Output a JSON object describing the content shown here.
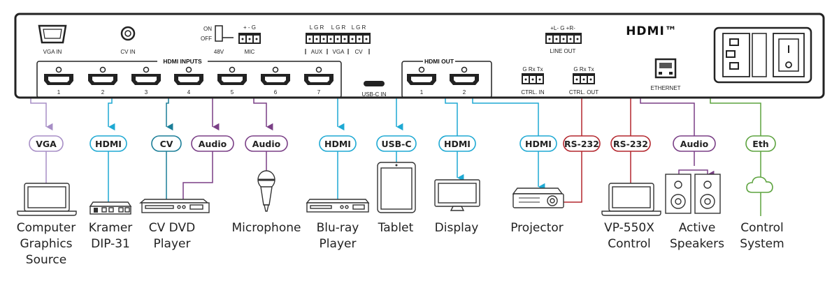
{
  "colors": {
    "hdmi": "#1ea9d3",
    "cv": "#1b7e98",
    "audio": "#7a3f86",
    "vga": "#a78ec6",
    "rs232": "#b3262d",
    "eth": "#5da33f",
    "panel": "#222222"
  },
  "panel": {
    "vga_in": "VGA IN",
    "cv_in": "CV IN",
    "hdmi_inputs": "HDMI INPUTS",
    "input_numbers": [
      "1",
      "2",
      "3",
      "4",
      "5",
      "6",
      "7"
    ],
    "on": "ON",
    "off": "OFF",
    "v48": "48V",
    "mic_pins": "+  -  G",
    "mic": "MIC",
    "aux_pins": "L G R",
    "vga_pins": "L G R",
    "cv_pins": "L G R",
    "aux": "AUX",
    "vga": "VGA",
    "cv": "CV",
    "usbc_in": "USB-C IN",
    "hdmi_out": "HDMI OUT",
    "output_numbers": [
      "1",
      "2"
    ],
    "line_out_pins": "+L-  G  +R-",
    "line_out": "LINE OUT",
    "ctrl_in_pins": "G Rx Tx",
    "ctrl_in": "CTRL. IN",
    "ctrl_out_pins": "G Rx Tx",
    "ctrl_out": "CTRL. OUT",
    "ethernet": "ETHERNET",
    "hdmi_logo": "HDMI™"
  },
  "badges": [
    "VGA",
    "HDMI",
    "CV",
    "Audio",
    "Audio",
    "HDMI",
    "USB-C",
    "HDMI",
    "HDMI",
    "RS-232",
    "RS-232",
    "Audio",
    "Eth"
  ],
  "devices": [
    [
      "Computer",
      "Graphics",
      "Source"
    ],
    [
      "Kramer",
      "DIP-31"
    ],
    [
      "CV DVD",
      "Player"
    ],
    [
      "Microphone"
    ],
    [
      "Blu-ray",
      "Player"
    ],
    [
      "Tablet"
    ],
    [
      "Display"
    ],
    [
      "Projector"
    ],
    [
      "VP-550X",
      "Control"
    ],
    [
      "Active",
      "Speakers"
    ],
    [
      "Control",
      "System"
    ]
  ]
}
